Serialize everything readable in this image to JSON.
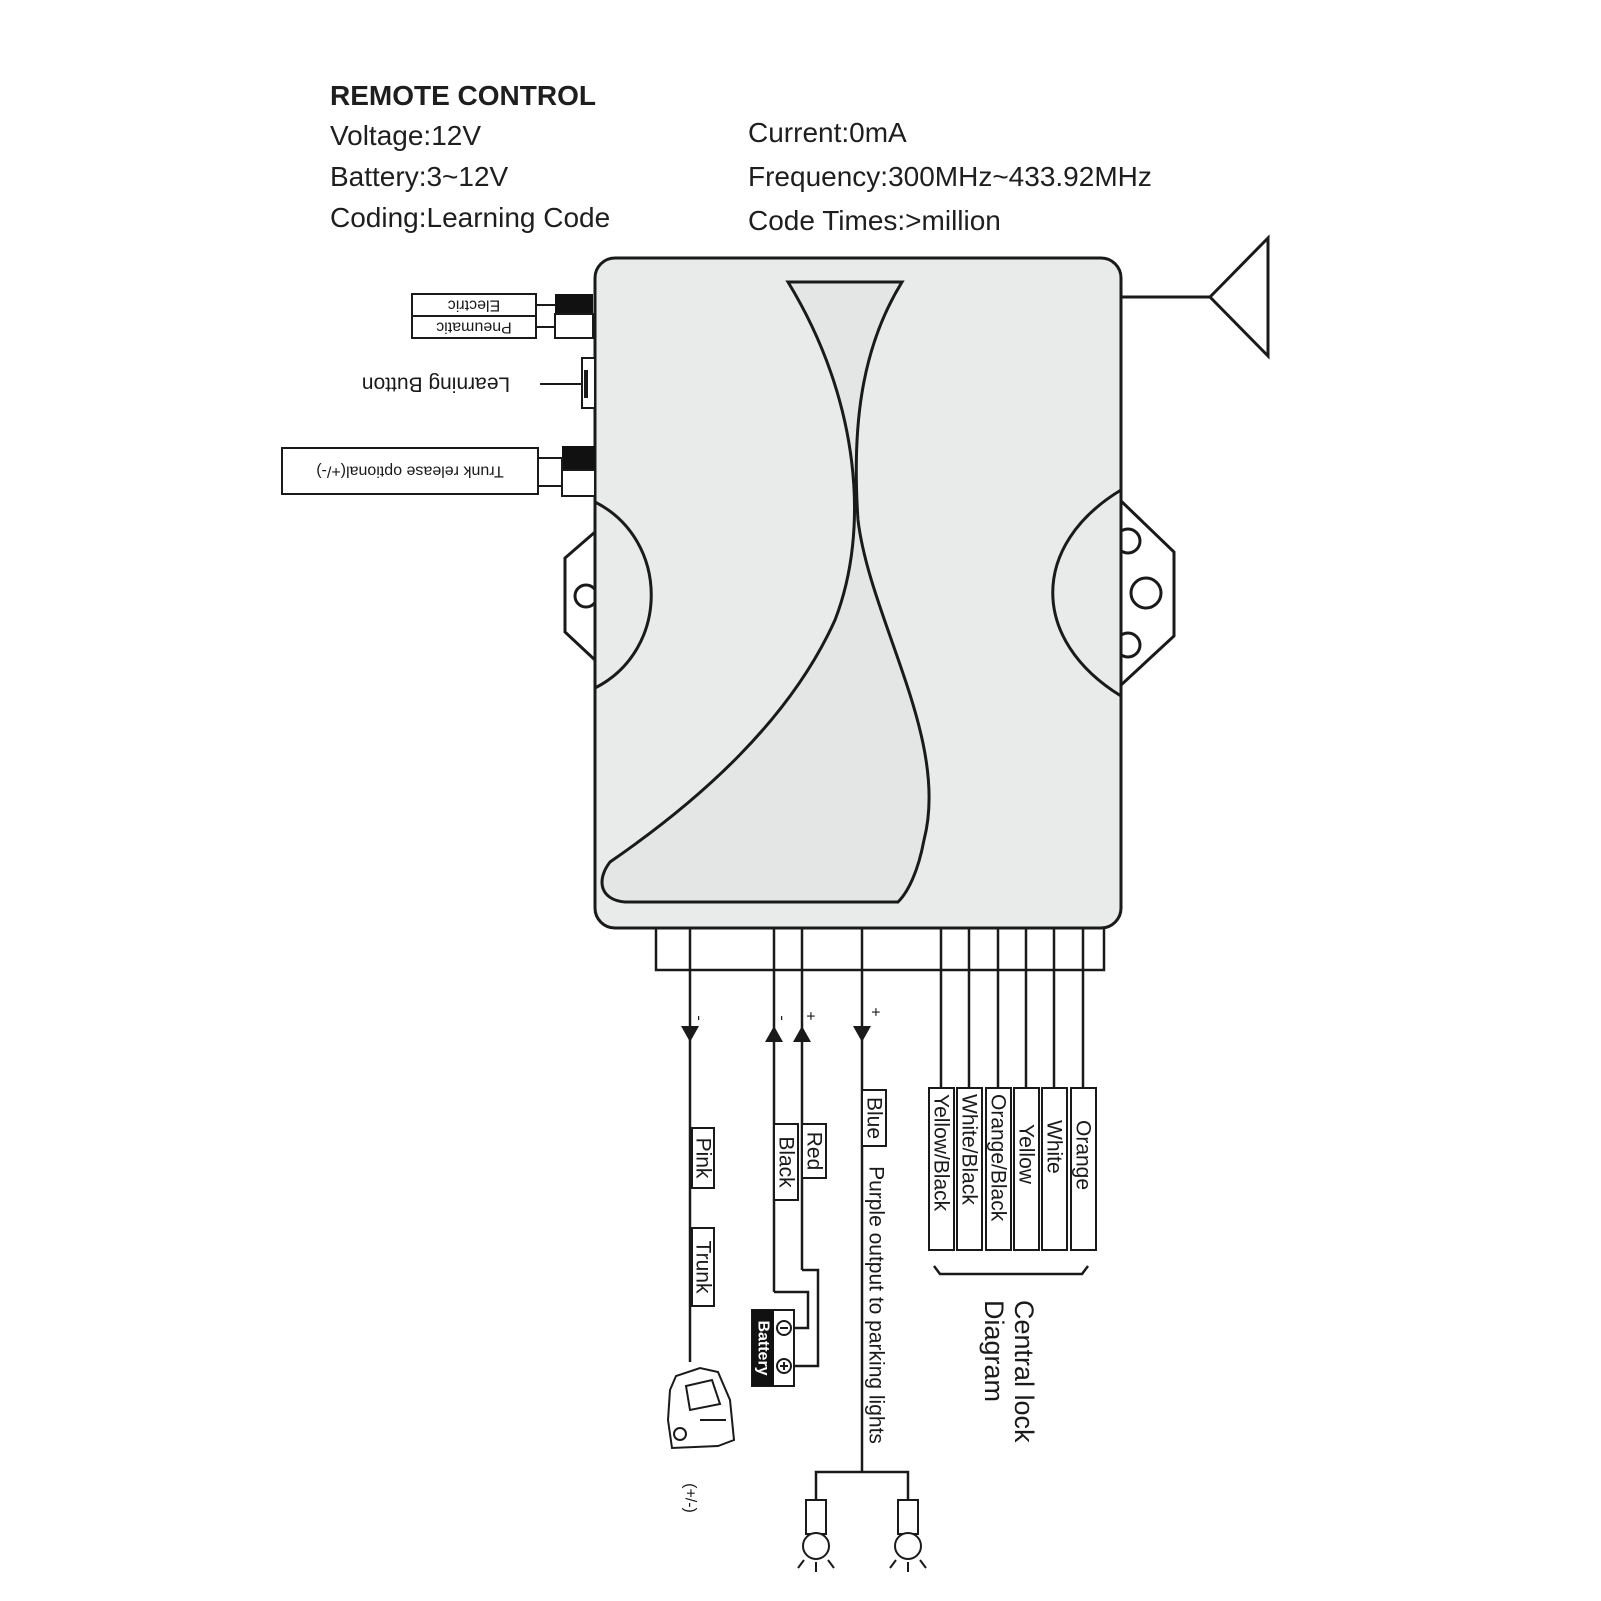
{
  "header": {
    "title": "REMOTE CONTROL",
    "voltage": "Voltage:12V",
    "battery": "Battery:3~12V",
    "coding": "Coding:Learning Code",
    "current": "Current:0mA",
    "frequency": "Frequency:300MHz~433.92MHz",
    "code_times": "Code Times:>million"
  },
  "left_labels": {
    "electric": "Electric",
    "pneumatic": "Pneumatic",
    "learning_button": "Learning Button",
    "trunk_release": "Trunk release optional(+/-)"
  },
  "wires": {
    "pink": "Pink",
    "trunk": "Trunk",
    "black": "Black",
    "red": "Red",
    "blue": "Blue",
    "purple_output": "Purple output to parking lights",
    "battery": "Battery",
    "pol_minus": "-",
    "pol_plus": "+",
    "pol_pm": "(+/-)"
  },
  "central_lock": {
    "wires": [
      "Yellow/Black",
      "White/Black",
      "Orange/Black",
      "Yellow",
      "White",
      "Orange"
    ],
    "label_line1": "Central lock",
    "label_line2": "Diagram"
  },
  "colors": {
    "ink": "#1a1a1a",
    "module_fill": "#e9eaea",
    "paper": "#ffffff",
    "battery_fill": "#111111"
  }
}
